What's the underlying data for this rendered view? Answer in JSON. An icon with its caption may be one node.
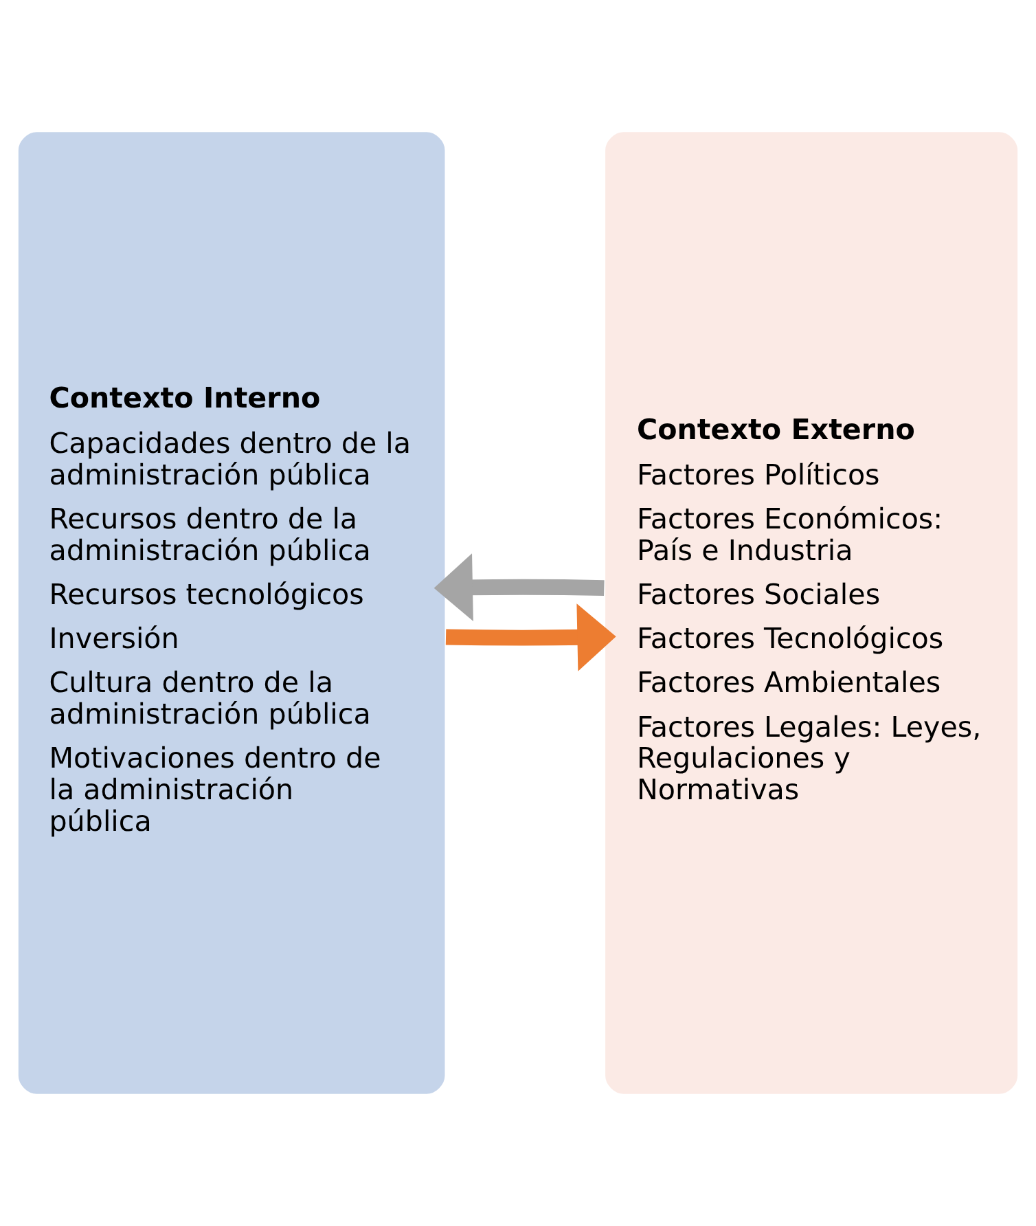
{
  "diagram": {
    "nodes": [
      {
        "text": [
          "Contexto Interno",
          "Capacidades dentro de la administración pública",
          "Recursos dentro de la administración pública",
          "Recursos tecnológicos",
          "Inversión",
          "Cultura dentro de la administración pública",
          "Motivaciones dentro de la administración pública"
        ]
      },
      {
        "text": [
          "Contexto Externo",
          "Factores Políticos",
          "Factores Económicos: País e Industria",
          "Factores Sociales",
          "Factores Tecnológicos",
          "Factores Ambientales",
          "Factores Legales: Leyes, Regulaciones y Normativas"
        ]
      }
    ],
    "edges": [
      {
        "from": 0,
        "to": 1,
        "arrow": "to",
        "color": "#ed7d31"
      },
      {
        "from": 1,
        "to": 0,
        "arrow": "to",
        "color": "#a5a5a5"
      }
    ]
  }
}
